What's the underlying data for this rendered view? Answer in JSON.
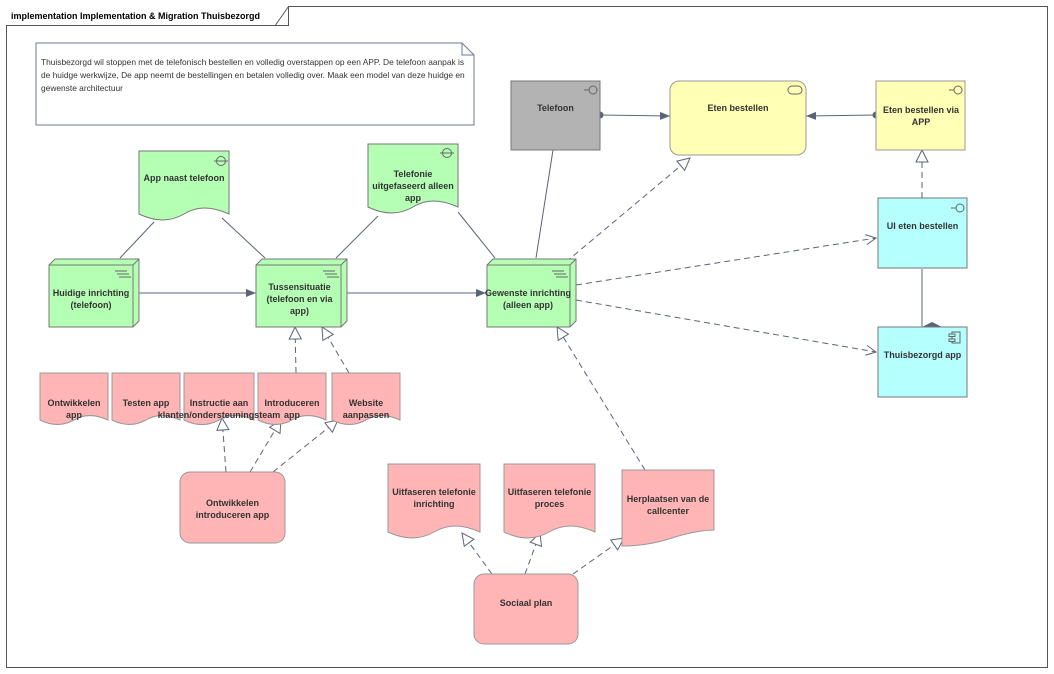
{
  "frame": {
    "title": "implementation Implementation & Migration Thuisbezorgd"
  },
  "note": {
    "text": "Thuisbezorgd wil stoppen met de telefonisch bestellen en volledig overstappen op een APP. De telefoon aanpak is de huidge werkwijze, De app neemt de bestellingen en betalen volledig over. Maak een model van deze huidge en gewenste architectuur"
  },
  "nodes": {
    "telefoon": "Telefoon",
    "eten_bestellen": "Eten bestellen",
    "eten_bestellen_app": "Eten bestellen via APP",
    "ui_eten_bestellen": "UI eten bestellen",
    "thuisbezorgd_app": "Thuisbezorgd app",
    "app_naast_telefoon": "App naast telefoon",
    "telefonie_uitgefaseerd": "Telefonie uitgefaseerd alleen app",
    "huidige_inrichting": "Huidige inrichting (telefoon)",
    "tussensituatie": "Tussensituatie (telefoon en via app)",
    "gewenste_inrichting": "Gewenste inrichting (alleen app)",
    "ontwikkelen_app": "Ontwikkelen app",
    "testen_app": "Testen app",
    "instructie": "Instructie aan klanten/ondersteuningsteam",
    "introduceren_app": "Introduceren app",
    "website_aanpassen": "Website aanpassen",
    "ontwikkelen_introduceren": "Ontwikkelen introduceren app",
    "uitfaseren_inrichting": "Uitfaseren telefonie inrichting",
    "uitfaseren_proces": "Uitfaseren telefonie proces",
    "herplaatsen": "Herplaatsen van de callcenter",
    "sociaal_plan": "Sociaal plan"
  },
  "colors": {
    "gray": "#b3b3b3",
    "yellow": "#ffffb5",
    "cyan": "#b5ffff",
    "green": "#b5ffb5",
    "red": "#ffb5b5",
    "line": "#5a6478"
  }
}
